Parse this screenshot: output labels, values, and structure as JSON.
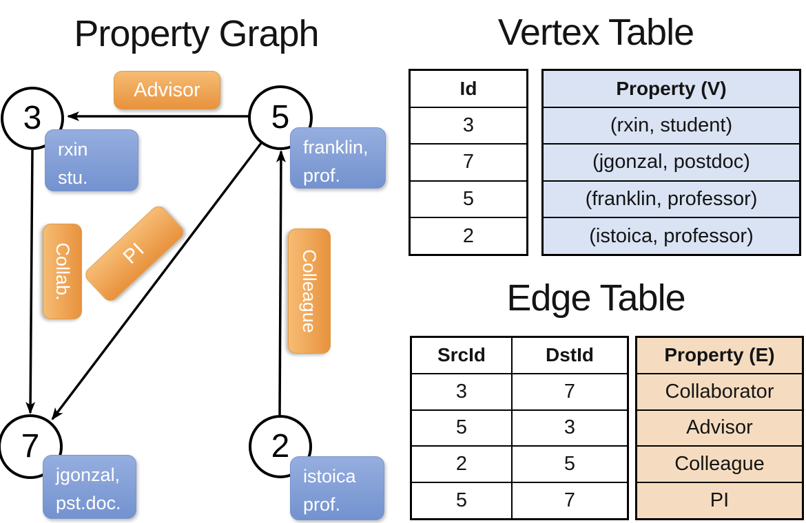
{
  "graph": {
    "title": "Property Graph",
    "nodes": [
      {
        "id": "3",
        "line1": "rxin",
        "line2": "stu."
      },
      {
        "id": "5",
        "line1": "franklin,",
        "line2": "prof."
      },
      {
        "id": "7",
        "line1": "jgonzal,",
        "line2": "pst.doc."
      },
      {
        "id": "2",
        "line1": "istoica",
        "line2": "prof."
      }
    ],
    "edge_labels": {
      "advisor": "Advisor",
      "collab": "Collab.",
      "pi": "PI",
      "colleague": "Colleague"
    }
  },
  "vertex_table": {
    "title": "Vertex Table",
    "columns": {
      "id": "Id",
      "property": "Property (V)"
    },
    "rows": [
      {
        "id": "3",
        "property": "(rxin, student)"
      },
      {
        "id": "7",
        "property": "(jgonzal, postdoc)"
      },
      {
        "id": "5",
        "property": "(franklin, professor)"
      },
      {
        "id": "2",
        "property": "(istoica, professor)"
      }
    ]
  },
  "edge_table": {
    "title": "Edge Table",
    "columns": {
      "src": "SrcId",
      "dst": "DstId",
      "property": "Property (E)"
    },
    "rows": [
      {
        "src": "3",
        "dst": "7",
        "property": "Collaborator"
      },
      {
        "src": "5",
        "dst": "3",
        "property": "Advisor"
      },
      {
        "src": "2",
        "dst": "5",
        "property": "Colleague"
      },
      {
        "src": "5",
        "dst": "7",
        "property": "PI"
      }
    ]
  },
  "colors": {
    "orange_top": "#F6BC74",
    "orange_bottom": "#E8923D",
    "blue_top": "#96AEDF",
    "blue_bottom": "#7392CF",
    "table_blue": "#D9E3F3",
    "table_tan": "#F5DCC0",
    "line_black": "#000000"
  }
}
